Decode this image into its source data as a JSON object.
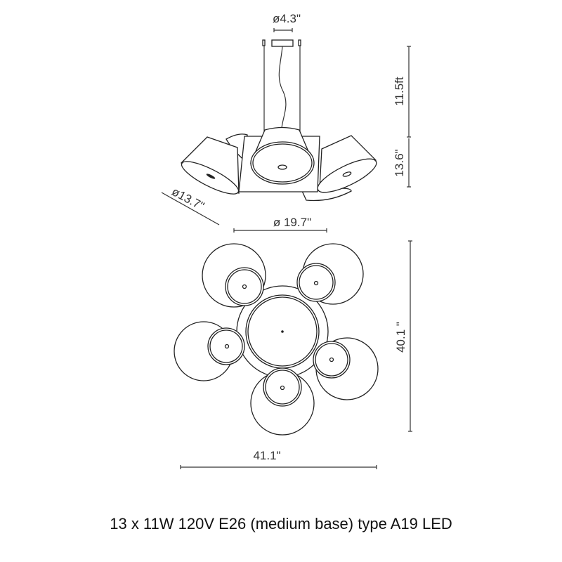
{
  "side_view": {
    "canopy_diameter": "ø4.3\"",
    "cable_length": "11.5ft",
    "height": "13.6\"",
    "shade_diameter": "ø13.7\"",
    "plate_diameter": "ø 19.7\""
  },
  "top_view": {
    "depth": "40.1 \"",
    "width": "41.1\""
  },
  "caption": "13 x 11W 120V E26 (medium base) type A19 LED"
}
